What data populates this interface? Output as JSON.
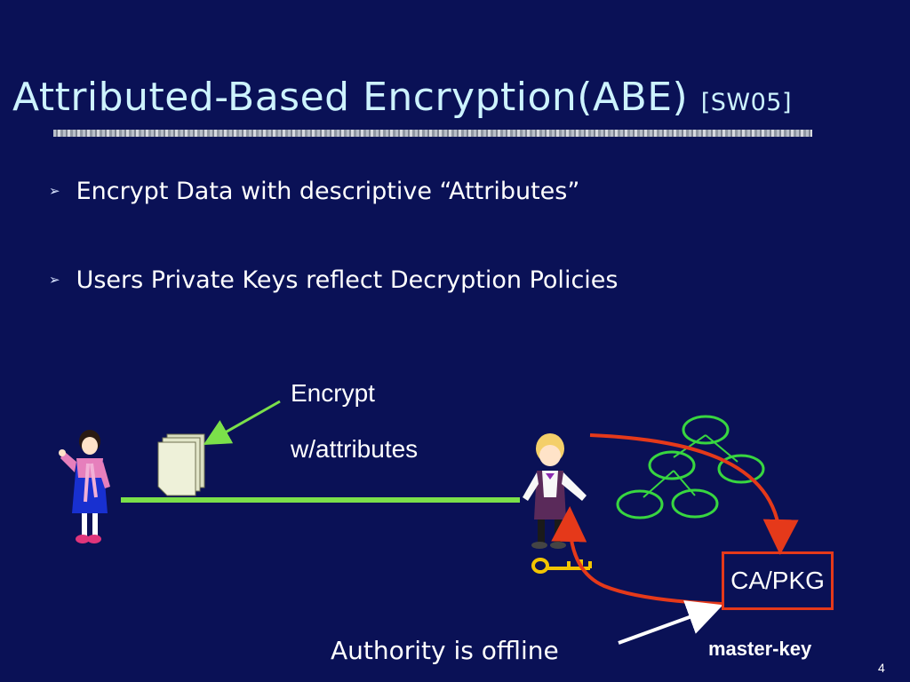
{
  "slide": {
    "title": "Attributed-Based Encryption(ABE)",
    "title_ref": "[SW05]",
    "bullets": [
      "Encrypt Data with descriptive “Attributes”",
      "Users Private Keys reflect Decryption Policies"
    ],
    "bullet_marker": "➢",
    "diagram": {
      "encrypt_label": "Encrypt",
      "attributes_label": "w/attributes",
      "authority_label": "CA/PKG",
      "master_key_label": "master-key",
      "offline_label": "Authority is offline"
    },
    "page_number": "4"
  },
  "colors": {
    "background": "#0a1156",
    "title": "#cdf3ff",
    "green_line": "#7be04a",
    "red_arrow": "#e5391a",
    "tree_nodes": "#38d640",
    "key": "#f2c400"
  }
}
